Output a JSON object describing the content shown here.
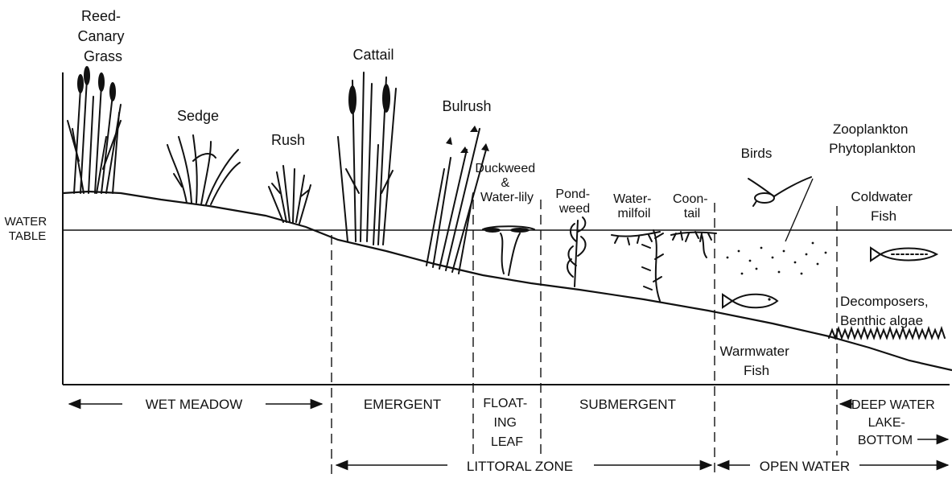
{
  "labels": {
    "reed_canary": [
      "Reed-",
      "Canary",
      "Grass"
    ],
    "sedge": "Sedge",
    "rush": "Rush",
    "cattail": "Cattail",
    "bulrush": "Bulrush",
    "duckweed": [
      "Duckweed",
      "&",
      "Water-lily"
    ],
    "pondweed": [
      "Pond-",
      "weed"
    ],
    "watermilfoil": [
      "Water-",
      "milfoil"
    ],
    "coontail": [
      "Coon-",
      "tail"
    ],
    "birds": "Birds",
    "plankton": [
      "Zooplankton",
      "Phytoplankton"
    ],
    "coldwater_fish": [
      "Coldwater",
      "Fish"
    ],
    "decomposers": [
      "Decomposers,",
      "Benthic algae"
    ],
    "warmwater_fish": [
      "Warmwater",
      "Fish"
    ],
    "water_table": [
      "WATER",
      "TABLE"
    ]
  },
  "zones": {
    "wet_meadow": "WET MEADOW",
    "emergent": "EMERGENT",
    "floating_leaf": [
      "FLOAT-",
      "ING",
      "LEAF"
    ],
    "submergent": "SUBMERGENT",
    "deep_water": [
      "DEEP WATER",
      "LAKE-",
      "BOTTOM"
    ],
    "littoral": "LITTORAL ZONE",
    "open_water": "OPEN WATER"
  },
  "colors": {
    "ink": "#111111",
    "background": "#ffffff"
  }
}
